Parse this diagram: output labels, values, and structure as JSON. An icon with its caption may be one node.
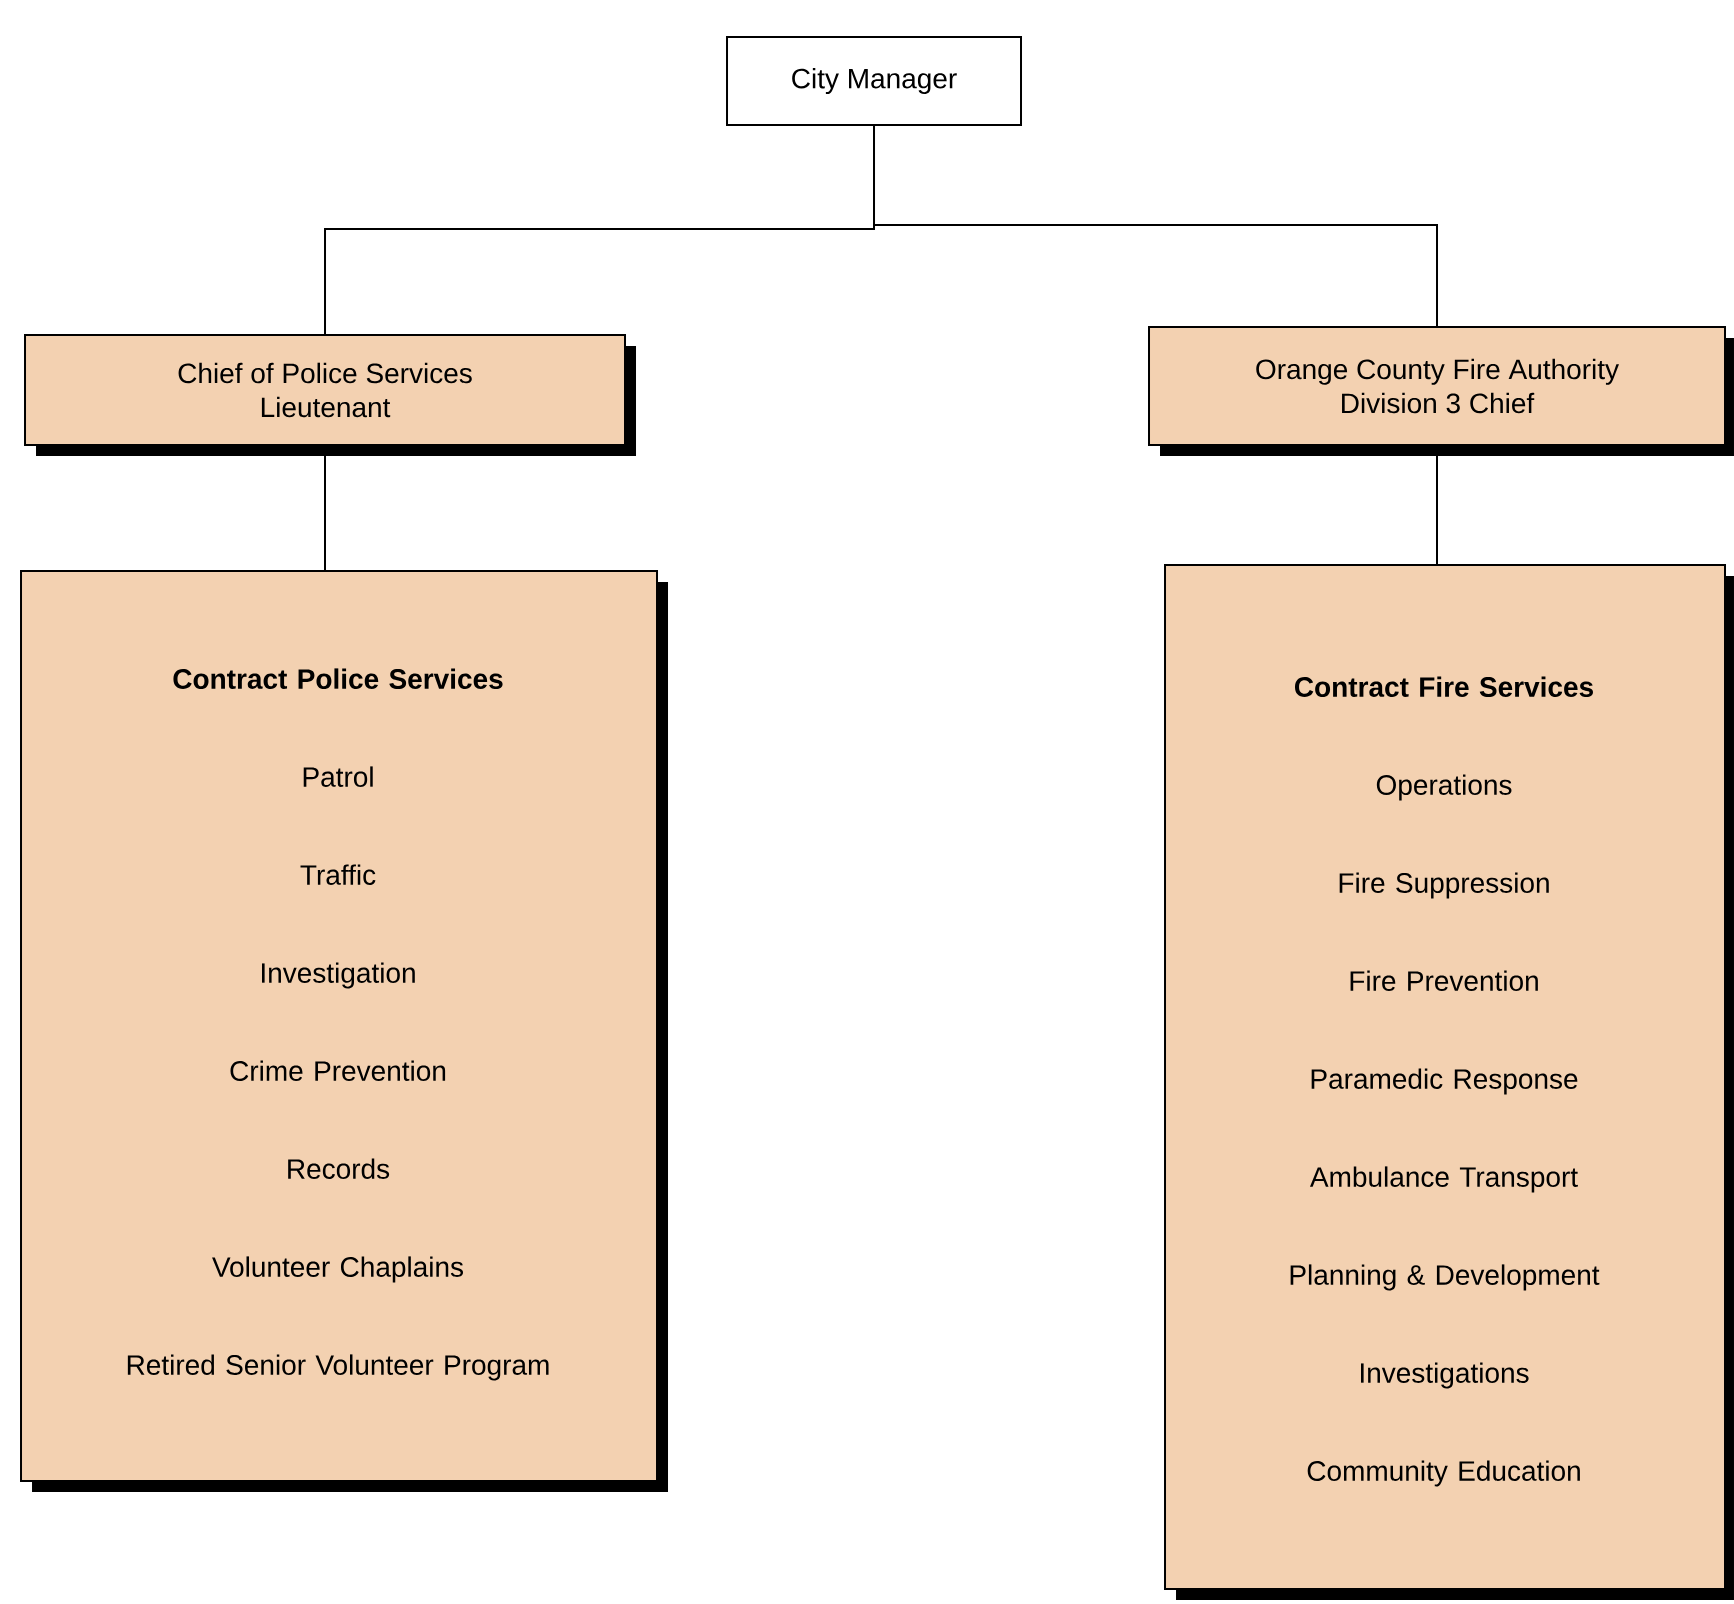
{
  "diagram": {
    "nodes": [
      {
        "text": [
          "City Manager"
        ]
      },
      {
        "text": [
          "Chief of Police Services",
          "Lieutenant"
        ]
      },
      {
        "text": [
          "Orange County Fire Authority",
          "Division 3 Chief"
        ]
      },
      {
        "text": [
          "Contract Police Services",
          "Patrol",
          "Traffic",
          "Investigation",
          "Crime Prevention",
          "Records",
          "Volunteer Chaplains",
          "Retired Senior Volunteer Program"
        ]
      },
      {
        "text": [
          "Contract Fire Services",
          "Operations",
          "Fire Suppression",
          "Fire Prevention",
          "Paramedic Response",
          "Ambulance Transport",
          "Planning & Development",
          "Investigations",
          "Community Education"
        ]
      }
    ],
    "edges": [
      {
        "from": 0,
        "to": 1,
        "arrow": "none"
      },
      {
        "from": 0,
        "to": 2,
        "arrow": "none"
      },
      {
        "from": 1,
        "to": 3,
        "arrow": "none"
      },
      {
        "from": 2,
        "to": 4,
        "arrow": "none"
      }
    ]
  }
}
